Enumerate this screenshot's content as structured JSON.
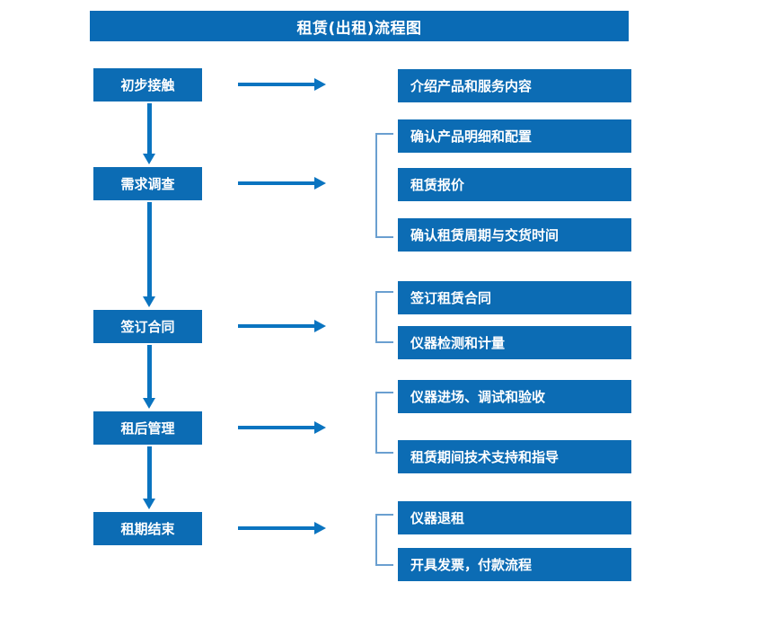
{
  "title": "租赁(出租)流程图",
  "colors": {
    "box_blue": "#0c6cb4",
    "title_blue": "#0a6bb5",
    "arrow_blue": "#0a74c0",
    "bracket_blue": "#6a9fd0",
    "text_white": "#ffffff",
    "background": "#ffffff"
  },
  "stages": [
    {
      "label": "初步接触"
    },
    {
      "label": "需求调查"
    },
    {
      "label": "签订合同"
    },
    {
      "label": "租后管理"
    },
    {
      "label": "租期结束"
    }
  ],
  "details": [
    {
      "label": "介绍产品和服务内容"
    },
    {
      "label": "确认产品明细和配置"
    },
    {
      "label": "租赁报价"
    },
    {
      "label": "确认租赁周期与交货时间"
    },
    {
      "label": "签订租赁合同"
    },
    {
      "label": "仪器检测和计量"
    },
    {
      "label": "仪器进场、调试和验收"
    },
    {
      "label": "租赁期间技术支持和指导"
    },
    {
      "label": "仪器退租"
    },
    {
      "label": "开具发票，付款流程"
    }
  ],
  "connectors": {
    "horizontal_arrow": "arrow-right",
    "vertical_arrow": "arrow-down",
    "group_bracket": "bracket-left"
  }
}
